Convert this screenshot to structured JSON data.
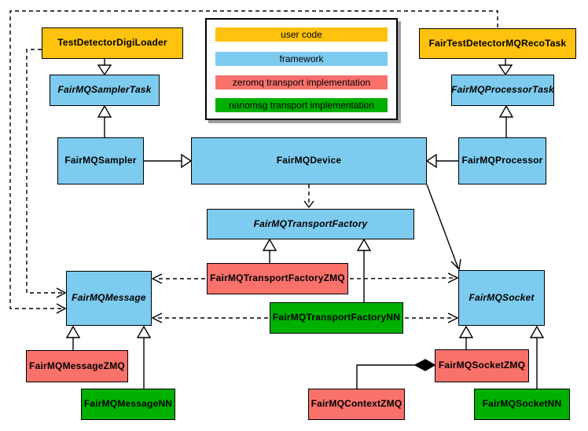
{
  "palette": {
    "user_code": "#FFC20E",
    "framework": "#7DCBEF",
    "zeromq": "#F9716B",
    "nanomsg": "#00B000",
    "line": "#000000",
    "background": "#FFFFFF",
    "legend_shadow": "#9E9E9E"
  },
  "legend": {
    "items": [
      {
        "label": "user code",
        "color": "#FFC20E"
      },
      {
        "label": "framework",
        "color": "#7DCBEF"
      },
      {
        "label": "zeromq transport implementation",
        "color": "#F9716B"
      },
      {
        "label": "nanomsg transport implementation",
        "color": "#00B000"
      }
    ]
  },
  "nodes": {
    "test_detector_digi_loader": {
      "label": "TestDetectorDigiLoader",
      "category": "user code"
    },
    "fair_test_detector_mq_reco_task": {
      "label": "FairTestDetectorMQRecoTask",
      "category": "user code"
    },
    "fair_mq_sampler_task": {
      "label": "FairMQSamplerTask",
      "category": "framework",
      "abstract": true
    },
    "fair_mq_processor_task": {
      "label": "FairMQProcessorTask",
      "category": "framework",
      "abstract": true
    },
    "fair_mq_sampler": {
      "label": "FairMQSampler",
      "category": "framework"
    },
    "fair_mq_device": {
      "label": "FairMQDevice",
      "category": "framework"
    },
    "fair_mq_processor": {
      "label": "FairMQProcessor",
      "category": "framework"
    },
    "fair_mq_transport_factory": {
      "label": "FairMQTransportFactory",
      "category": "framework",
      "abstract": true
    },
    "fair_mq_transport_factory_zmq": {
      "label": "FairMQTransportFactoryZMQ",
      "category": "zeromq"
    },
    "fair_mq_transport_factory_nn": {
      "label": "FairMQTransportFactoryNN",
      "category": "nanomsg"
    },
    "fair_mq_message": {
      "label": "FairMQMessage",
      "category": "framework",
      "abstract": true
    },
    "fair_mq_socket": {
      "label": "FairMQSocket",
      "category": "framework",
      "abstract": true
    },
    "fair_mq_message_zmq": {
      "label": "FairMQMessageZMQ",
      "category": "zeromq"
    },
    "fair_mq_message_nn": {
      "label": "FairMQMessageNN",
      "category": "nanomsg"
    },
    "fair_mq_socket_zmq": {
      "label": "FairMQSocketZMQ",
      "category": "zeromq"
    },
    "fair_mq_socket_nn": {
      "label": "FairMQSocketNN",
      "category": "nanomsg"
    },
    "fair_mq_context_zmq": {
      "label": "FairMQContextZMQ",
      "category": "zeromq"
    }
  },
  "relations": [
    {
      "from": "TestDetectorDigiLoader",
      "to": "FairMQSamplerTask",
      "type": "inheritance"
    },
    {
      "from": "FairMQSampler",
      "to": "FairMQSamplerTask",
      "type": "inheritance"
    },
    {
      "from": "FairTestDetectorMQRecoTask",
      "to": "FairMQProcessorTask",
      "type": "inheritance"
    },
    {
      "from": "FairMQProcessor",
      "to": "FairMQProcessorTask",
      "type": "inheritance"
    },
    {
      "from": "FairMQSampler",
      "to": "FairMQDevice",
      "type": "inheritance"
    },
    {
      "from": "FairMQProcessor",
      "to": "FairMQDevice",
      "type": "inheritance"
    },
    {
      "from": "FairMQTransportFactoryZMQ",
      "to": "FairMQTransportFactory",
      "type": "inheritance"
    },
    {
      "from": "FairMQTransportFactoryNN",
      "to": "FairMQTransportFactory",
      "type": "inheritance"
    },
    {
      "from": "FairMQMessageZMQ",
      "to": "FairMQMessage",
      "type": "inheritance"
    },
    {
      "from": "FairMQMessageNN",
      "to": "FairMQMessage",
      "type": "inheritance"
    },
    {
      "from": "FairMQSocketZMQ",
      "to": "FairMQSocket",
      "type": "inheritance"
    },
    {
      "from": "FairMQSocketNN",
      "to": "FairMQSocket",
      "type": "inheritance"
    },
    {
      "from": "FairMQDevice",
      "to": "FairMQTransportFactory",
      "type": "dependency"
    },
    {
      "from": "FairMQDevice",
      "to": "FairMQSocket",
      "type": "association"
    },
    {
      "from": "TestDetectorDigiLoader",
      "to": "FairMQMessage",
      "type": "dependency"
    },
    {
      "from": "FairTestDetectorMQRecoTask",
      "to": "FairMQMessage",
      "type": "dependency"
    },
    {
      "from": "FairMQTransportFactoryZMQ",
      "to": "FairMQMessage",
      "type": "dependency"
    },
    {
      "from": "FairMQTransportFactoryZMQ",
      "to": "FairMQSocket",
      "type": "dependency"
    },
    {
      "from": "FairMQTransportFactoryNN",
      "to": "FairMQMessage",
      "type": "dependency"
    },
    {
      "from": "FairMQTransportFactoryNN",
      "to": "FairMQSocket",
      "type": "dependency"
    },
    {
      "from": "FairMQSocketZMQ",
      "to": "FairMQContextZMQ",
      "type": "composition"
    }
  ]
}
